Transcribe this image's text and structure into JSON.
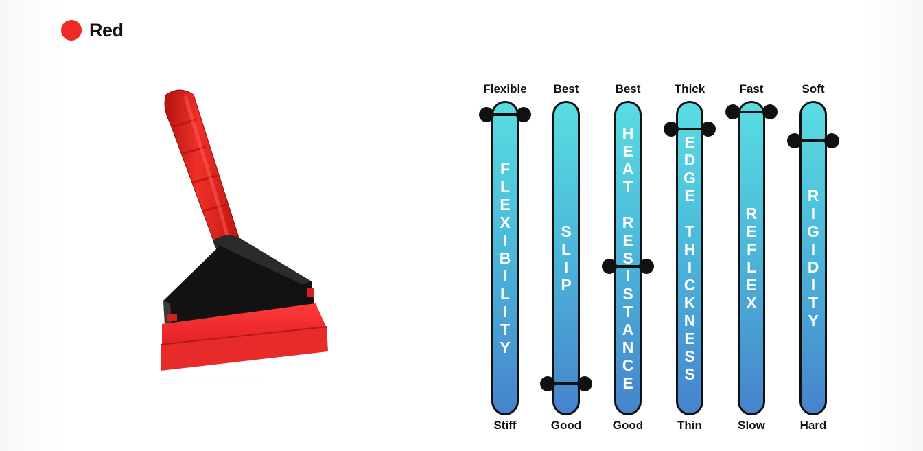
{
  "legend": {
    "label": "Red",
    "color": "#ee2a24"
  },
  "product": {
    "icon": "red-squeegee-product-image",
    "handle_color": "#e8261f",
    "head_color": "#111111",
    "blade_color": "#e62b2b"
  },
  "gauges": [
    {
      "key": "flexibility",
      "label": "FLEXIBILITY",
      "top": "Flexible",
      "bottom": "Stiff",
      "level": 0.97
    },
    {
      "key": "slip",
      "label": "SLIP",
      "top": "Best",
      "bottom": "Good",
      "level": 0.05
    },
    {
      "key": "heat-resistance",
      "label": "HEAT RESISTANCE",
      "top": "Best",
      "bottom": "Good",
      "level": 0.45
    },
    {
      "key": "edge-thickness",
      "label": "EDGE THICKNESS",
      "top": "Thick",
      "bottom": "Thin",
      "level": 0.92
    },
    {
      "key": "reflex",
      "label": "REFLEX",
      "top": "Fast",
      "bottom": "Slow",
      "level": 0.98
    },
    {
      "key": "rigidity",
      "label": "RIGIDITY",
      "top": "Soft",
      "bottom": "Hard",
      "level": 0.88
    }
  ]
}
